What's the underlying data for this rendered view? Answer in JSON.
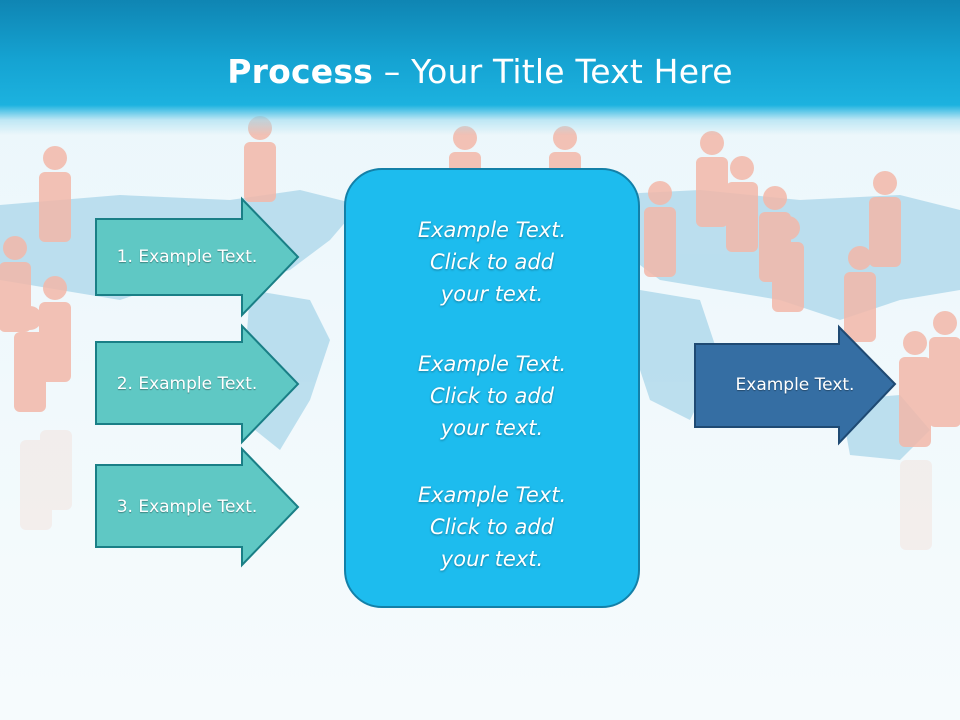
{
  "slide": {
    "title_bold": "Process",
    "title_rest": " – Your Title Text Here"
  },
  "left_arrows": [
    {
      "label": "1. Example Text."
    },
    {
      "label": "2. Example Text."
    },
    {
      "label": "3. Example Text."
    }
  ],
  "center_box": {
    "blocks": [
      {
        "line1": "Example Text.",
        "line2": "Click  to add",
        "line3": "your text."
      },
      {
        "line1": "Example Text.",
        "line2": "Click  to add",
        "line3": "your text."
      },
      {
        "line1": "Example Text.",
        "line2": "Click  to add",
        "line3": "your text."
      }
    ]
  },
  "right_arrow": {
    "label": "Example Text."
  },
  "colors": {
    "header": "#15a3d2",
    "left_arrow_fill": "#5fc8c4",
    "left_arrow_stroke": "#1a7f86",
    "center_fill": "#1dbcee",
    "right_arrow_fill": "#356ea3",
    "right_arrow_stroke": "#1f4a73",
    "figure_color": "#f2b8a8"
  }
}
